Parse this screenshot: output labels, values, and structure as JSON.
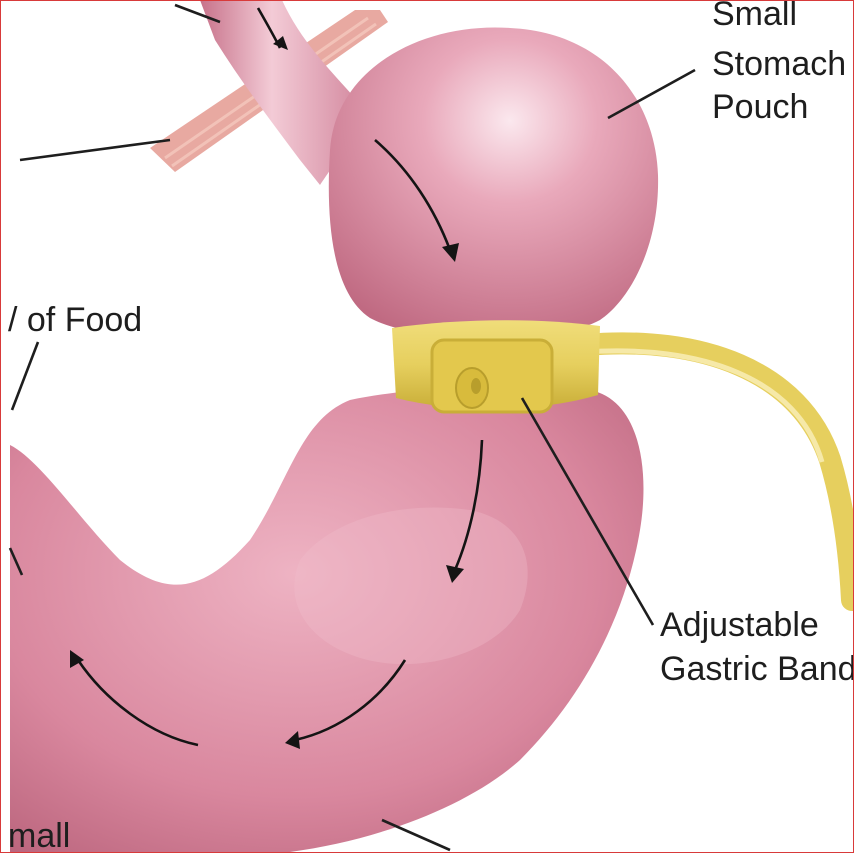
{
  "labels": {
    "small_stomach_pouch": [
      "Small",
      "Stomach",
      "Pouch"
    ],
    "adjustable_gastric_band": [
      "Adjustable",
      "Gastric Band"
    ],
    "flow_of_food_fragment": "/ of Food",
    "small_fragment": "mall"
  },
  "colors": {
    "stomach": "#d9879e",
    "stomach_shadow": "#b55f77",
    "band": "#e6cf5e",
    "band_dark": "#c9ae38",
    "muscle_strip": "#e49a90",
    "frame": "#d83a3a"
  }
}
